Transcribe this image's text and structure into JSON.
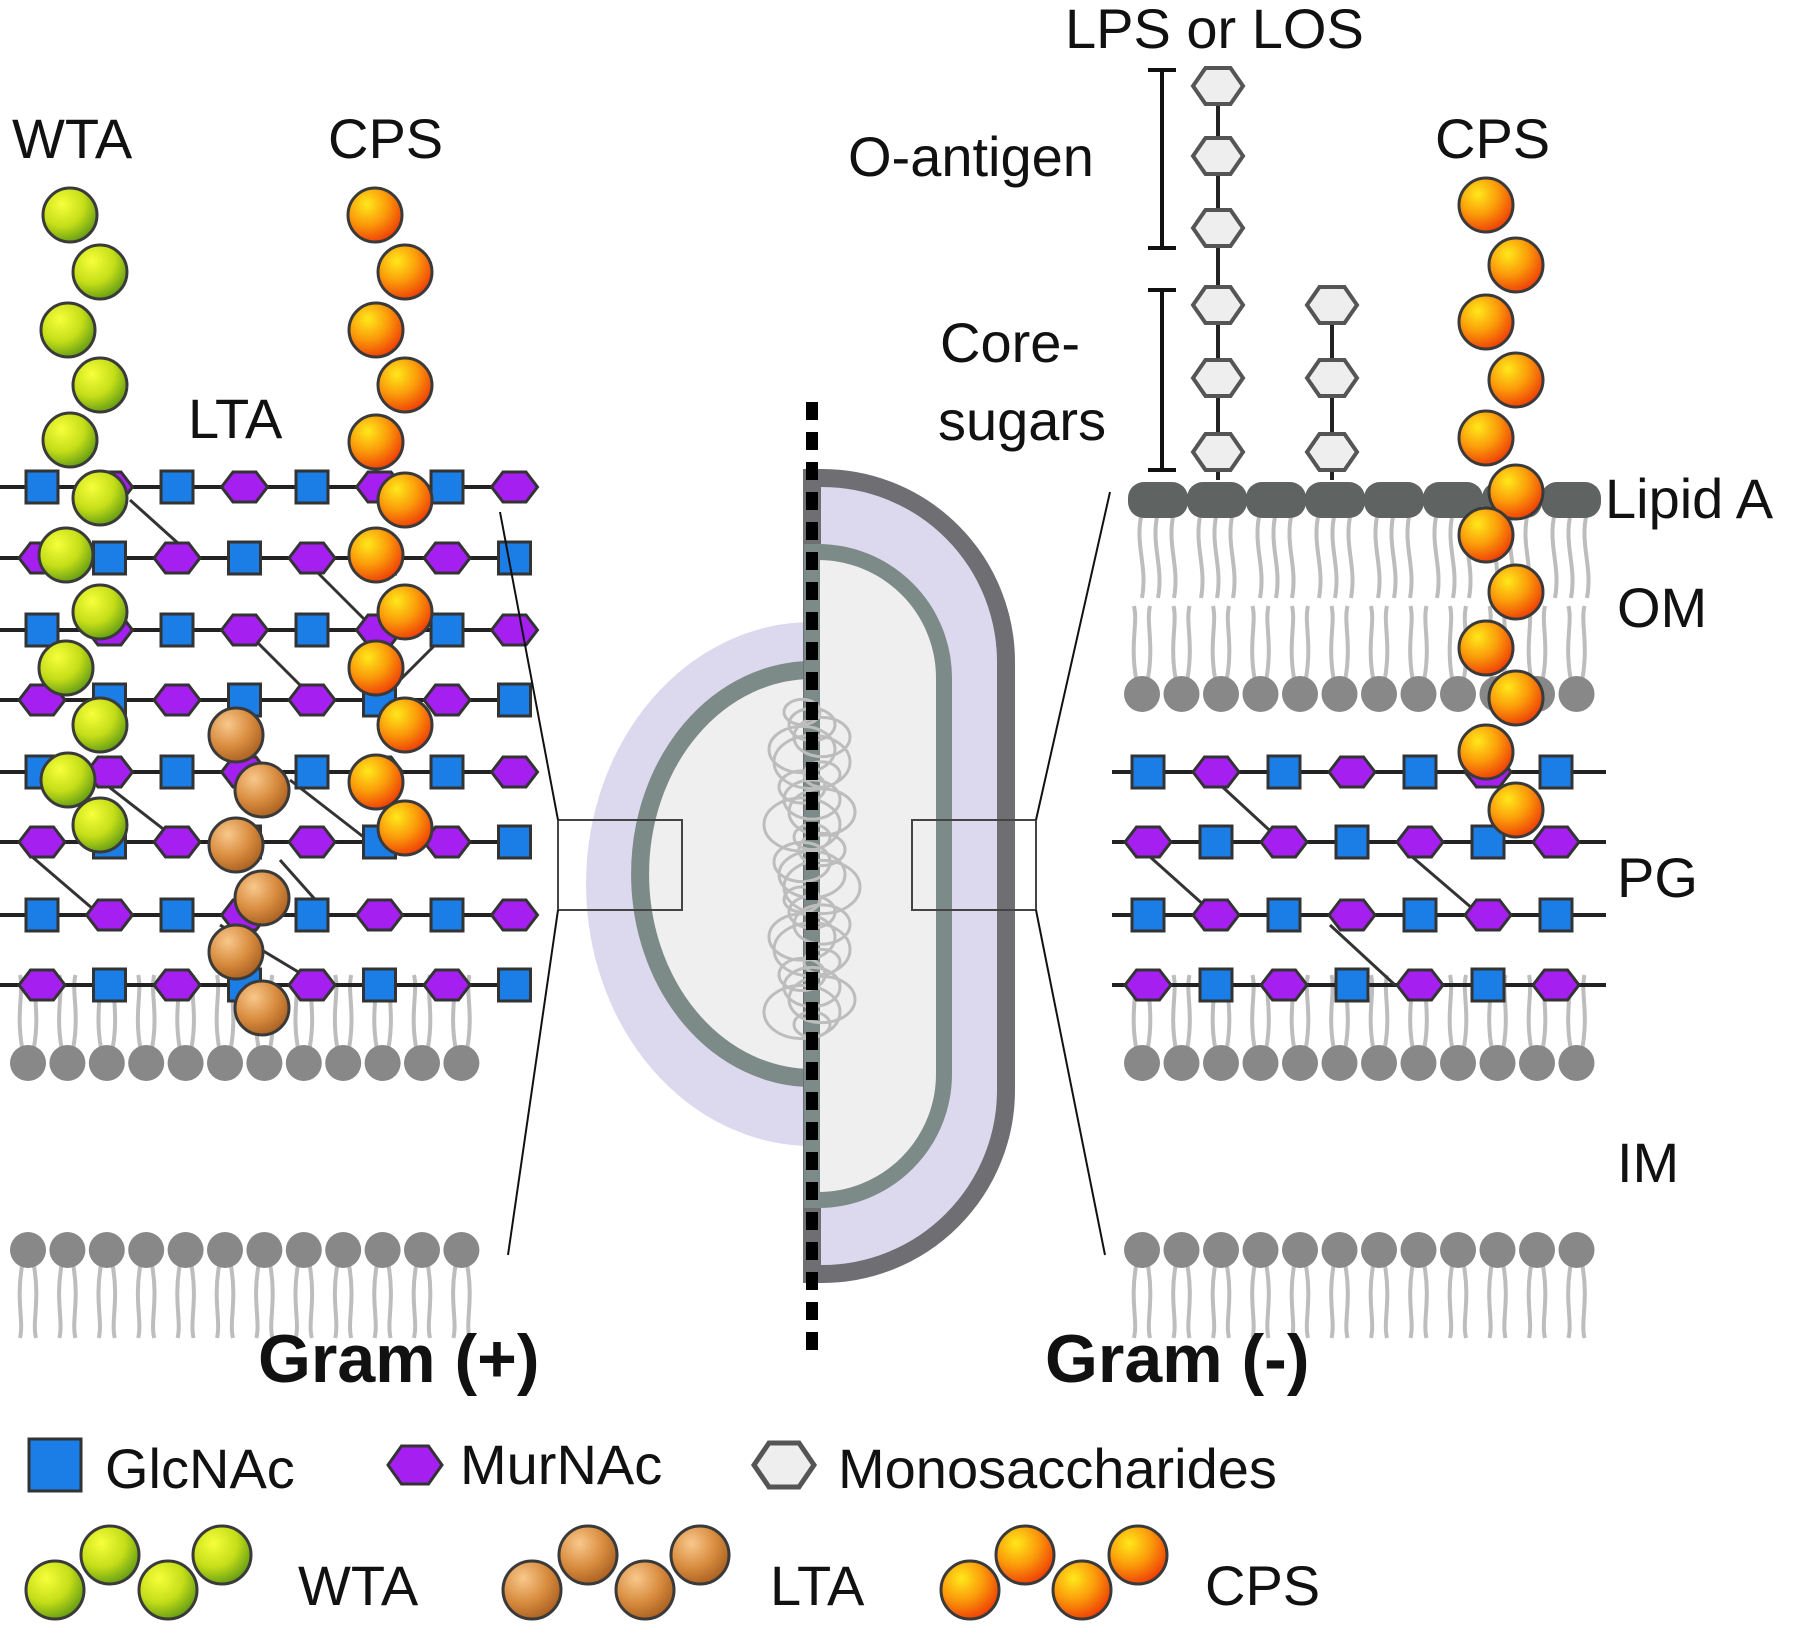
{
  "colors": {
    "glcnac": "#1a7ee6",
    "murnac": "#a41ff0",
    "mono": "#eeeeee",
    "wta": "#b8d81a",
    "lta": "#d0873a",
    "cps": "#f57a0a",
    "membrane": "#888888",
    "cell_shell": "#dcd9ef",
    "wall_dark": "#6e6e73"
  },
  "panels": {
    "left": {
      "title": "Gram (+)",
      "labels": {
        "wta": "WTA",
        "cps": "CPS",
        "lta": "LTA"
      }
    },
    "right": {
      "title": "Gram (-)",
      "labels": {
        "lps": "LPS or LOS",
        "o_antigen": "O-antigen",
        "core_line1": "Core-",
        "core_line2": "sugars",
        "cps": "CPS",
        "lipid_a": "Lipid A",
        "om": "OM",
        "pg": "PG",
        "im": "IM"
      }
    }
  },
  "legend": {
    "row1": [
      {
        "icon": "glcnac-square-icon",
        "label": "GlcNAc"
      },
      {
        "icon": "murnac-hexagon-icon",
        "label": "MurNAc"
      },
      {
        "icon": "monosaccharide-hexagon-icon",
        "label": "Monosaccharides"
      }
    ],
    "row2": [
      {
        "icon": "wta-chain-icon",
        "label": "WTA"
      },
      {
        "icon": "lta-chain-icon",
        "label": "LTA"
      },
      {
        "icon": "cps-chain-icon",
        "label": "CPS"
      }
    ]
  }
}
